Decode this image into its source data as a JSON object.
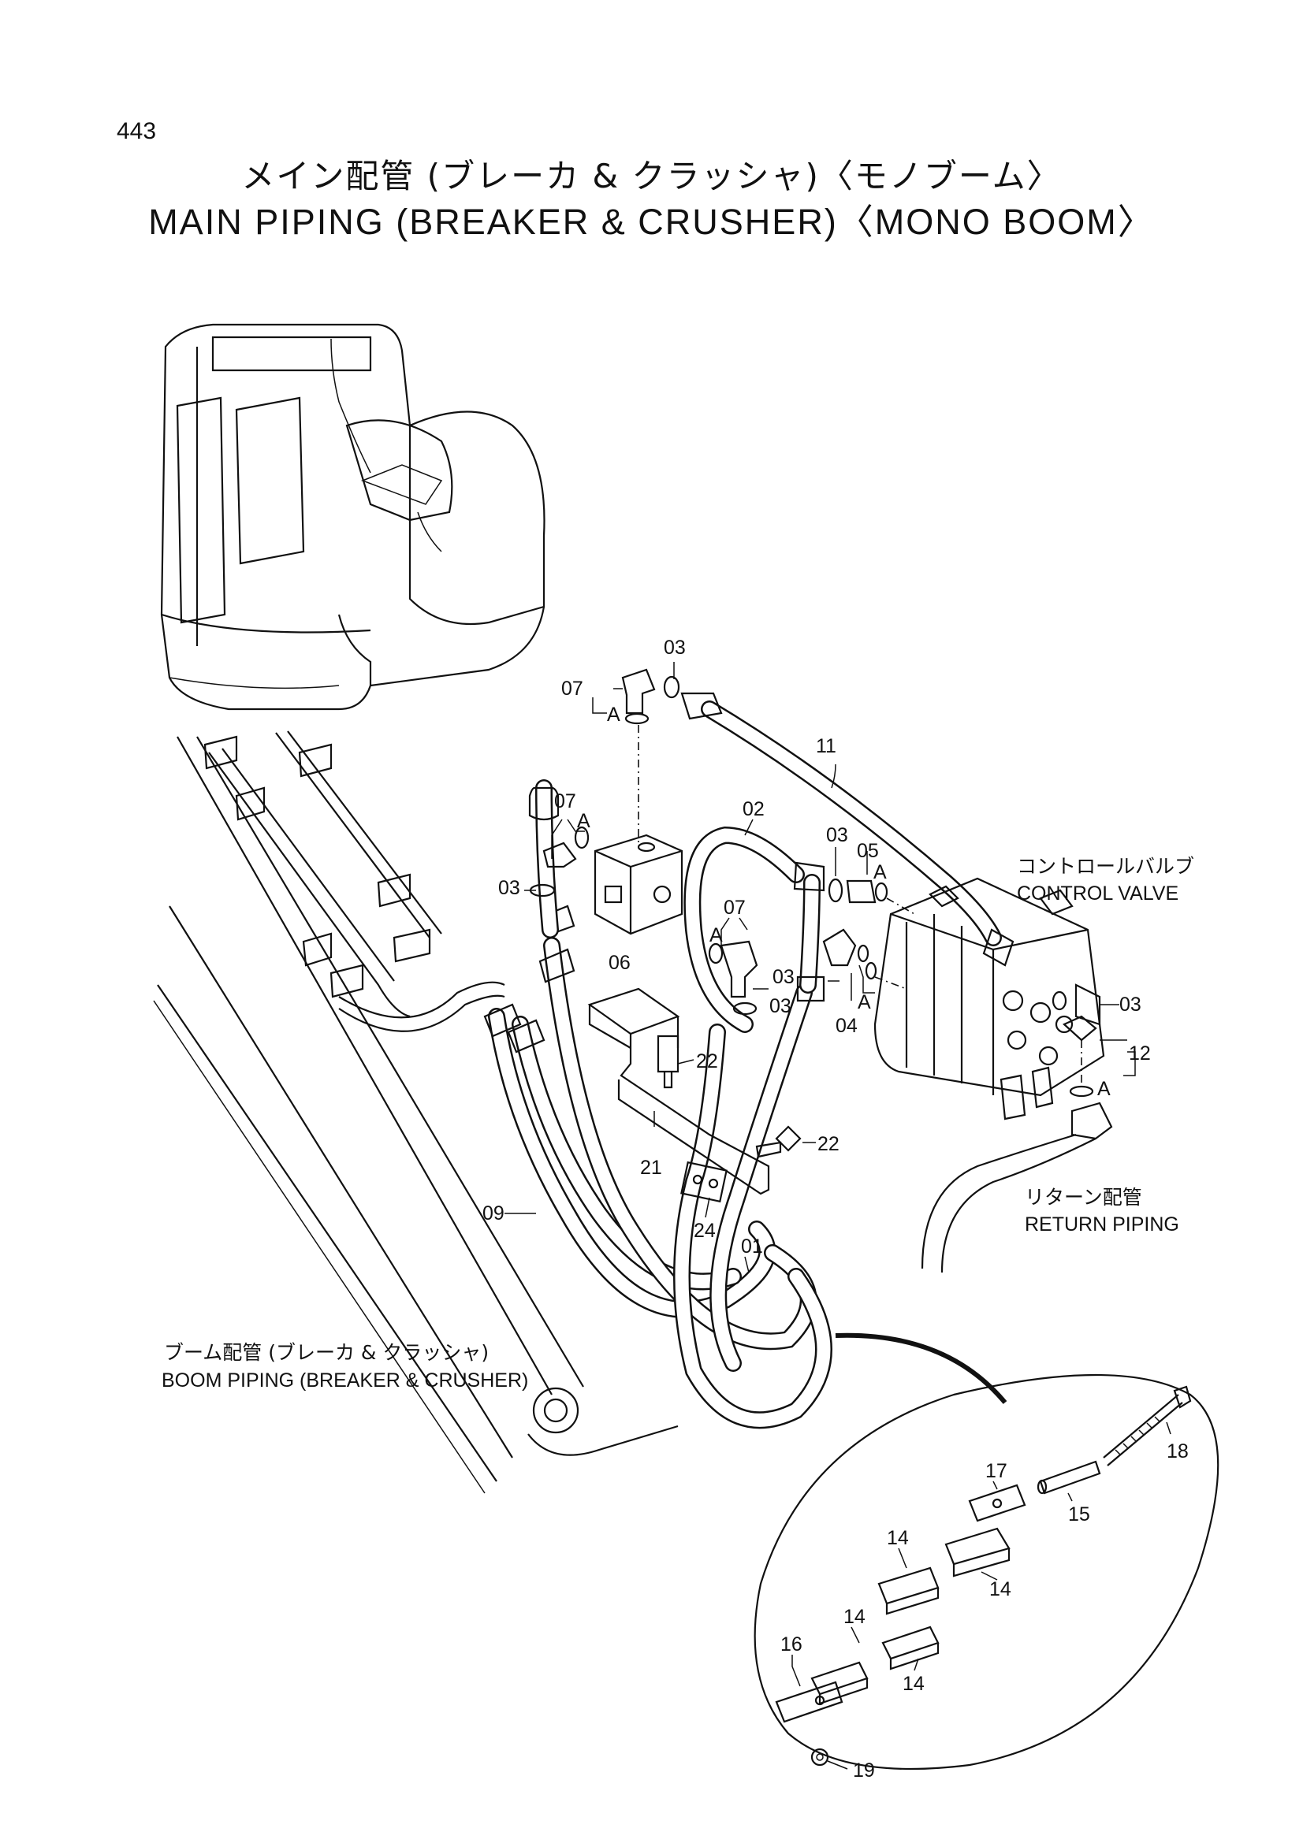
{
  "page_number": "443",
  "title": {
    "japanese": "メイン配管 (ブレーカ & クラッシャ)〈モノブーム〉",
    "english": "MAIN PIPING (BREAKER & CRUSHER)〈MONO BOOM〉"
  },
  "callouts": {
    "control_valve_jp": "コントロールバルブ",
    "control_valve_en": "CONTROL VALVE",
    "return_piping_jp": "リターン配管",
    "return_piping_en": "RETURN PIPING",
    "boom_piping_jp": "ブーム配管 (ブレーカ & クラッシャ)",
    "boom_piping_en": "BOOM PIPING (BREAKER & CRUSHER)"
  },
  "section_mark": "A",
  "part_labels": {
    "p01": "01",
    "p02": "02",
    "p03": "03",
    "p04": "04",
    "p05": "05",
    "p06": "06",
    "p07": "07",
    "p09": "09",
    "p11": "11",
    "p12": "12",
    "p14": "14",
    "p15": "15",
    "p16": "16",
    "p17": "17",
    "p18": "18",
    "p19": "19",
    "p21": "21",
    "p22": "22",
    "p24": "24"
  }
}
